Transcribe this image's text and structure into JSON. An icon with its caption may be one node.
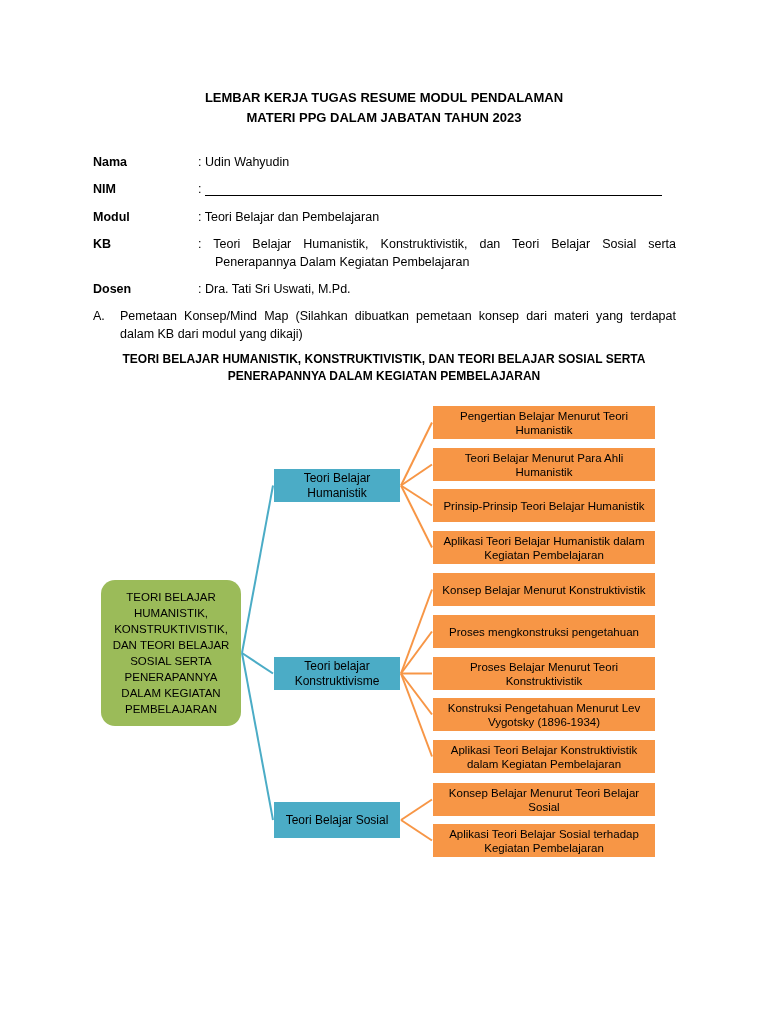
{
  "diagram": {
    "title": "LEMBAR KERJA TUGAS RESUME MODUL PENDALAMAN MATERI PPG DALAM JABATAN TAHUN 2023",
    "nodes": [
      {
        "text": [
          "TEORI BELAJAR HUMANISTIK, KONSTRUKTIVISTIK, DAN TEORI BELAJAR SOSIAL SERTA PENERAPANNYA DALAM KEGIATAN PEMBELAJARAN"
        ]
      },
      {
        "text": [
          "Teori Belajar Humanistik"
        ]
      },
      {
        "text": [
          "Pengertian Belajar Menurut Teori Humanistik"
        ]
      },
      {
        "text": [
          "Teori Belajar Menurut Para Ahli Humanistik"
        ]
      },
      {
        "text": [
          "Prinsip-Prinsip Teori Belajar Humanistik"
        ]
      },
      {
        "text": [
          "Aplikasi Teori Belajar Humanistik dalam Kegiatan Pembelajaran"
        ]
      },
      {
        "text": [
          "Teori belajar Konstruktivisme"
        ]
      },
      {
        "text": [
          "Konsep Belajar Menurut Konstruktivistik"
        ]
      },
      {
        "text": [
          "Proses mengkonstruksi pengetahuan"
        ]
      },
      {
        "text": [
          "Proses Belajar Menurut Teori Konstruktivistik"
        ]
      },
      {
        "text": [
          "Konstruksi Pengetahuan Menurut Lev Vygotsky (1896-1934)"
        ]
      },
      {
        "text": [
          "Aplikasi Teori Belajar Konstruktivistik dalam Kegiatan Pembelajaran"
        ]
      },
      {
        "text": [
          "Teori Belajar Sosial"
        ]
      },
      {
        "text": [
          "Konsep Belajar Menurut Teori Belajar Sosial"
        ]
      },
      {
        "text": [
          "Aplikasi Teori Belajar Sosial terhadap Kegiatan Pembelajaran"
        ]
      }
    ],
    "edges": [
      {
        "from": 0,
        "to": 1,
        "arrow": "none",
        "color": "#4bacc6"
      },
      {
        "from": 1,
        "to": 2,
        "arrow": "none"
      },
      {
        "from": 1,
        "to": 3,
        "arrow": "none"
      },
      {
        "from": 1,
        "to": 4,
        "arrow": "none"
      },
      {
        "from": 1,
        "to": 5,
        "arrow": "none"
      },
      {
        "from": 0,
        "to": 6,
        "arrow": "none",
        "color": "#4bacc6"
      },
      {
        "from": 6,
        "to": 7,
        "arrow": "none"
      },
      {
        "from": 6,
        "to": 8,
        "arrow": "none"
      },
      {
        "from": 6,
        "to": 9,
        "arrow": "none"
      },
      {
        "from": 6,
        "to": 10,
        "arrow": "none"
      },
      {
        "from": 6,
        "to": 11,
        "arrow": "none"
      },
      {
        "from": 0,
        "to": 12,
        "arrow": "none",
        "color": "#4bacc6"
      },
      {
        "from": 12,
        "to": 13,
        "arrow": "none"
      },
      {
        "from": 12,
        "to": 14,
        "arrow": "none"
      }
    ],
    "labels": [
      "Nama",
      ": Udin Wahyudin",
      "NIM",
      ":",
      "Modul",
      ": Teori Belajar dan Pembelajaran",
      "KB",
      ": Teori Belajar Humanistik, Konstruktivistik, dan Teori Belajar Sosial serta Penerapannya Dalam Kegiatan Pembelajaran",
      "Dosen",
      ": Dra. Tati Sri Uswati, M.Pd.",
      "A.",
      "Pemetaan Konsep/Mind Map (Silahkan dibuatkan pemetaan konsep dari materi yang terdapat dalam KB dari modul yang dikaji)",
      "TEORI BELAJAR HUMANISTIK, KONSTRUKTIVISTIK, DAN TEORI BELAJAR SOSIAL SERTA PENERAPANNYA DALAM KEGIATAN PEMBELAJARAN"
    ]
  }
}
